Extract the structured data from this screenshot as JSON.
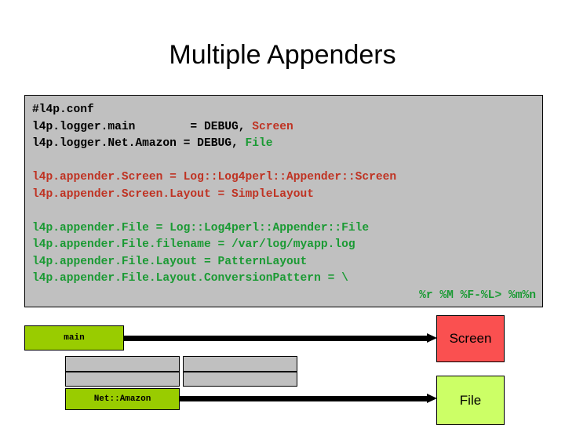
{
  "slide": {
    "title": "Multiple Appenders"
  },
  "code": {
    "lines": [
      {
        "segments": [
          {
            "text": "#l4p.conf",
            "color": "black"
          }
        ]
      },
      {
        "segments": [
          {
            "text": "l4p.logger.main        = DEBUG, ",
            "color": "black"
          },
          {
            "text": "Screen",
            "color": "red"
          }
        ]
      },
      {
        "segments": [
          {
            "text": "l4p.logger.Net.Amazon = DEBUG, ",
            "color": "black"
          },
          {
            "text": "File",
            "color": "green"
          }
        ]
      },
      {
        "blank": true
      },
      {
        "segments": [
          {
            "text": "l4p.appender.Screen = Log::Log4perl::Appender::Screen",
            "color": "red"
          }
        ]
      },
      {
        "segments": [
          {
            "text": "l4p.appender.Screen.Layout = SimpleLayout",
            "color": "red"
          }
        ]
      },
      {
        "blank": true
      },
      {
        "segments": [
          {
            "text": "l4p.appender.File = Log::Log4perl::Appender::File",
            "color": "green"
          }
        ]
      },
      {
        "segments": [
          {
            "text": "l4p.appender.File.filename = /var/log/myapp.log",
            "color": "green"
          }
        ]
      },
      {
        "segments": [
          {
            "text": "l4p.appender.File.Layout = PatternLayout",
            "color": "green"
          }
        ]
      },
      {
        "segments": [
          {
            "text": "l4p.appender.File.Layout.ConversionPattern = \\",
            "color": "green"
          }
        ]
      },
      {
        "align": "right",
        "segments": [
          {
            "text": "%r %M %F-%L> %m%n",
            "color": "green"
          }
        ]
      }
    ]
  },
  "diagram": {
    "loggers": [
      {
        "label": "main"
      },
      {
        "label": "Net::Amazon"
      }
    ],
    "appenders": [
      {
        "label": "Screen",
        "color": "#fa5050"
      },
      {
        "label": "File",
        "color": "#ccff66"
      }
    ]
  },
  "colors": {
    "code_background": "#c0c0c0",
    "code_black": "#000000",
    "code_red": "#bf3323",
    "code_green": "#1a9a33",
    "logger_box": "#99cc00",
    "screen_box": "#fa5050",
    "file_box": "#ccff66",
    "stack_box": "#c0c0c0"
  }
}
